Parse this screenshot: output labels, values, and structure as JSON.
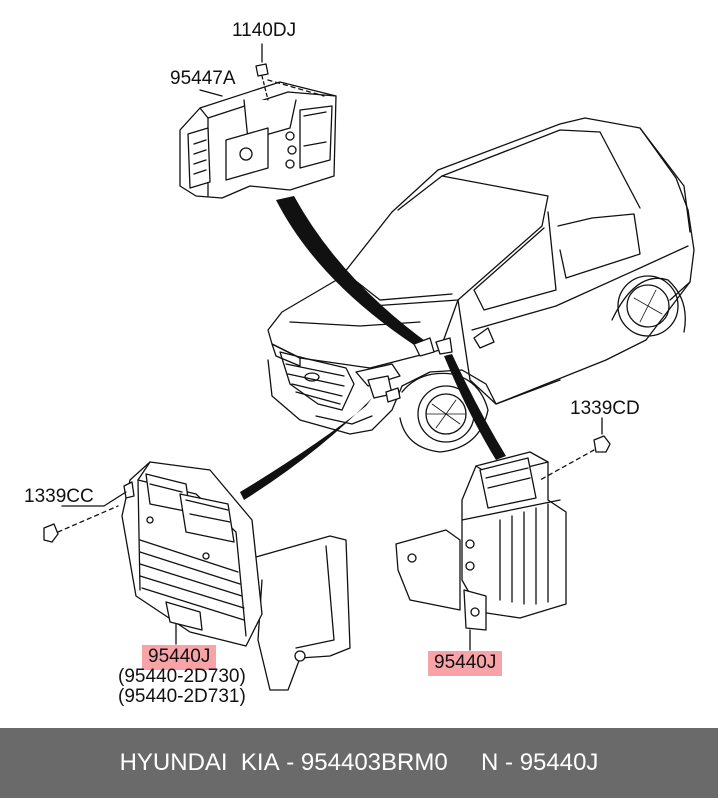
{
  "labels": {
    "bolt_top": "1140DJ",
    "bracket_top": "95447A",
    "nut_right": "1339CD",
    "nut_left": "1339CC",
    "ecu_left": "95440J",
    "ecu_left_alt1": "(95440-2D730)",
    "ecu_left_alt2": "(95440-2D731)",
    "ecu_right": "95440J"
  },
  "footer": {
    "brand": "HYUNDAI  KIA",
    "separator1": " - ",
    "part_number": "954403BRM0",
    "gap": "     ",
    "ref": "N - 95440J"
  },
  "colors": {
    "highlight": "#f7a3a8",
    "footer_bg": "#6a6a6a",
    "footer_text": "#ffffff",
    "line": "#111111"
  }
}
